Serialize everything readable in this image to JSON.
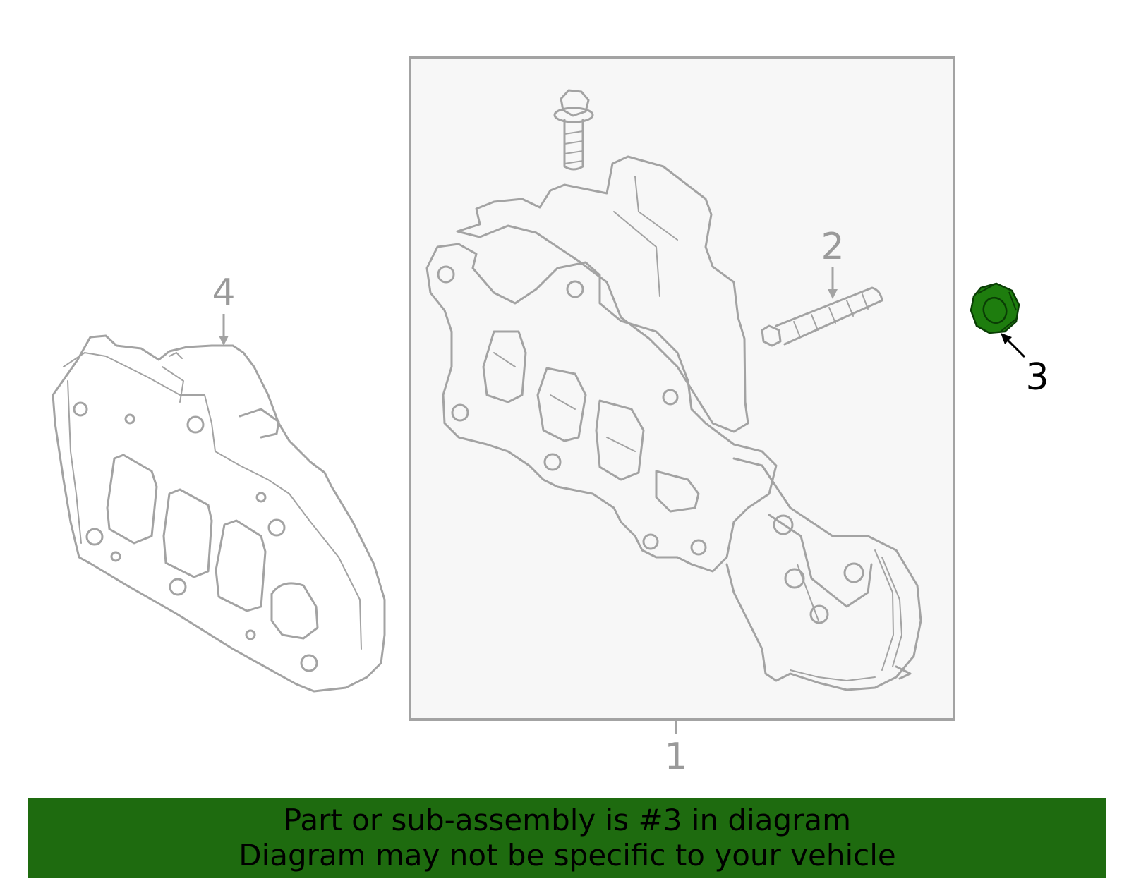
{
  "callouts": {
    "part1": "1",
    "part2": "2",
    "part3": "3",
    "part4": "4"
  },
  "banner": {
    "line1": "Part or sub-assembly is #3 in diagram",
    "line2": "Diagram may not be specific to your vehicle"
  },
  "colors": {
    "highlight": "#1e7d0e",
    "banner_bg": "#1e6b0f",
    "line_art": "#a3a3a3",
    "assembly_box_fill": "#f7f7f7"
  }
}
